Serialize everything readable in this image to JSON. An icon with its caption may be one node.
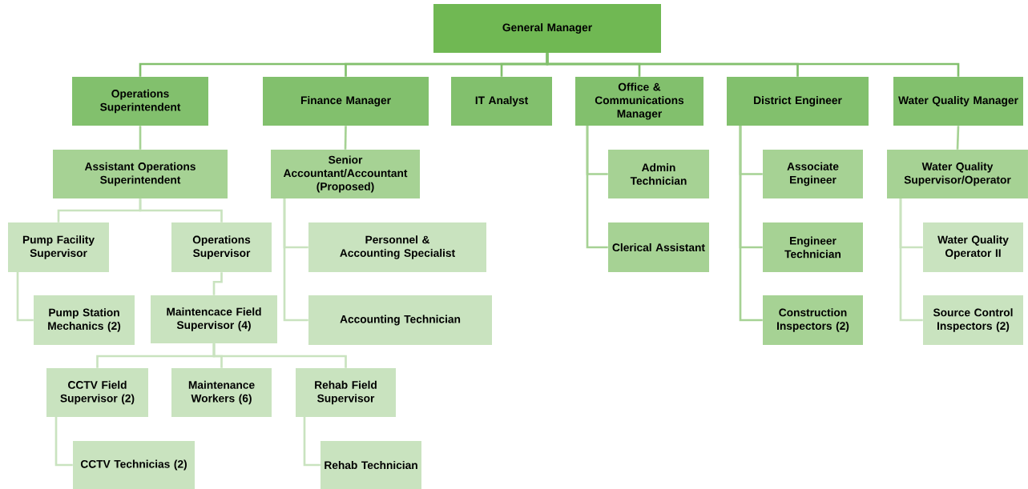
{
  "diagram": {
    "nodes": [
      {
        "text": [
          "General Manager"
        ]
      },
      {
        "text": [
          "Operations Superintendent"
        ]
      },
      {
        "text": [
          "Finance Manager"
        ]
      },
      {
        "text": [
          "IT Analyst"
        ]
      },
      {
        "text": [
          "Office & Communications Manager"
        ]
      },
      {
        "text": [
          "District Engineer"
        ]
      },
      {
        "text": [
          "Water Quality Manager"
        ]
      },
      {
        "text": [
          "Assistant Operations Superintendent"
        ]
      },
      {
        "text": [
          "Senior Accountant/Accountant (Proposed)"
        ]
      },
      {
        "text": [
          "Admin Technician"
        ]
      },
      {
        "text": [
          "Clerical Assistant"
        ]
      },
      {
        "text": [
          "Associate Engineer"
        ]
      },
      {
        "text": [
          "Engineer Technician"
        ]
      },
      {
        "text": [
          "Construction Inspectors (2)"
        ]
      },
      {
        "text": [
          "Water Quality Supervisor/Operator"
        ]
      },
      {
        "text": [
          "Pump Facility Supervisor"
        ]
      },
      {
        "text": [
          "Operations Supervisor"
        ]
      },
      {
        "text": [
          "Personnel & Accounting Specialist"
        ]
      },
      {
        "text": [
          "Accounting Technician"
        ]
      },
      {
        "text": [
          "Water Quality Operator II"
        ]
      },
      {
        "text": [
          "Pump Station Mechanics (2)"
        ]
      },
      {
        "text": [
          "Maintencace Field Supervisor (4)"
        ]
      },
      {
        "text": [
          "Source Control Inspectors (2)"
        ]
      },
      {
        "text": [
          "CCTV Field Supervisor (2)"
        ]
      },
      {
        "text": [
          "Maintenance Workers (6)"
        ]
      },
      {
        "text": [
          "Rehab Field Supervisor"
        ]
      },
      {
        "text": [
          "CCTV Technicias (2)"
        ]
      },
      {
        "text": [
          "Rehab Technician"
        ]
      }
    ],
    "edges": [
      {
        "from": 0,
        "to": 1,
        "arrow": "none"
      },
      {
        "from": 0,
        "to": 2,
        "arrow": "none"
      },
      {
        "from": 0,
        "to": 3,
        "arrow": "none"
      },
      {
        "from": 0,
        "to": 4,
        "arrow": "none"
      },
      {
        "from": 0,
        "to": 5,
        "arrow": "none"
      },
      {
        "from": 0,
        "to": 6,
        "arrow": "none"
      },
      {
        "from": 1,
        "to": 7,
        "arrow": "none"
      },
      {
        "from": 7,
        "to": 15,
        "arrow": "none"
      },
      {
        "from": 7,
        "to": 16,
        "arrow": "none"
      },
      {
        "from": 15,
        "to": 20,
        "arrow": "none"
      },
      {
        "from": 16,
        "to": 21,
        "arrow": "none"
      },
      {
        "from": 21,
        "to": 23,
        "arrow": "none"
      },
      {
        "from": 21,
        "to": 24,
        "arrow": "none"
      },
      {
        "from": 21,
        "to": 25,
        "arrow": "none"
      },
      {
        "from": 23,
        "to": 26,
        "arrow": "none"
      },
      {
        "from": 25,
        "to": 27,
        "arrow": "none"
      },
      {
        "from": 2,
        "to": 8,
        "arrow": "none"
      },
      {
        "from": 8,
        "to": 17,
        "arrow": "none"
      },
      {
        "from": 8,
        "to": 18,
        "arrow": "none"
      },
      {
        "from": 4,
        "to": 9,
        "arrow": "none"
      },
      {
        "from": 4,
        "to": 10,
        "arrow": "none"
      },
      {
        "from": 5,
        "to": 11,
        "arrow": "none"
      },
      {
        "from": 5,
        "to": 12,
        "arrow": "none"
      },
      {
        "from": 5,
        "to": 13,
        "arrow": "none"
      },
      {
        "from": 6,
        "to": 14,
        "arrow": "none"
      },
      {
        "from": 14,
        "to": 19,
        "arrow": "none"
      },
      {
        "from": 14,
        "to": 22,
        "arrow": "none"
      }
    ]
  }
}
